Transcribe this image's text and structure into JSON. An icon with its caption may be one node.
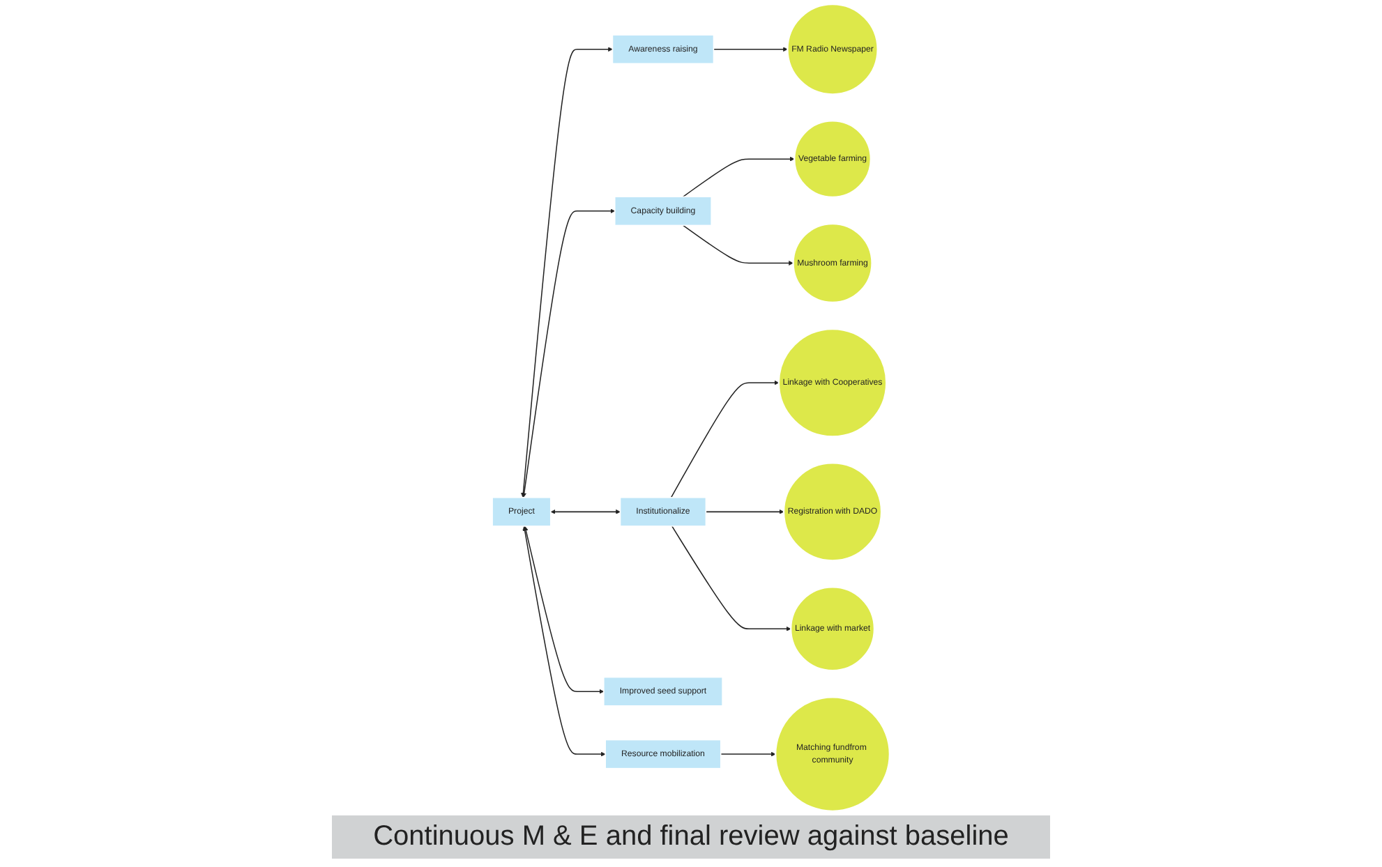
{
  "diagram": {
    "nodes": [
      {
        "text": [
          "Project"
        ]
      },
      {
        "text": [
          "Awareness raising"
        ]
      },
      {
        "text": [
          "Capacity building"
        ]
      },
      {
        "text": [
          "Institutionalize"
        ]
      },
      {
        "text": [
          "Improved seed support"
        ]
      },
      {
        "text": [
          "Resource mobilization"
        ]
      },
      {
        "text": [
          "FM Radio Newspaper"
        ]
      },
      {
        "text": [
          "Vegetable farming"
        ]
      },
      {
        "text": [
          "Mushroom farming"
        ]
      },
      {
        "text": [
          "Linkage with Cooperatives"
        ]
      },
      {
        "text": [
          "Registration with DADO"
        ]
      },
      {
        "text": [
          "Linkage with market"
        ]
      },
      {
        "text": [
          "Matching fundfrom community"
        ]
      }
    ],
    "edges": [
      {
        "from": 0,
        "to": 1,
        "arrow": "both"
      },
      {
        "from": 0,
        "to": 2,
        "arrow": "both"
      },
      {
        "from": 0,
        "to": 3,
        "arrow": "both"
      },
      {
        "from": 0,
        "to": 4,
        "arrow": "both"
      },
      {
        "from": 0,
        "to": 5,
        "arrow": "both"
      },
      {
        "from": 1,
        "to": 6,
        "arrow": "to"
      },
      {
        "from": 2,
        "to": 7,
        "arrow": "to"
      },
      {
        "from": 2,
        "to": 8,
        "arrow": "to"
      },
      {
        "from": 3,
        "to": 9,
        "arrow": "to"
      },
      {
        "from": 3,
        "to": 10,
        "arrow": "to"
      },
      {
        "from": 3,
        "to": 11,
        "arrow": "to"
      },
      {
        "from": 5,
        "to": 12,
        "arrow": "to"
      }
    ],
    "labels": [
      "Continuous M & E and final review against baseline"
    ]
  }
}
